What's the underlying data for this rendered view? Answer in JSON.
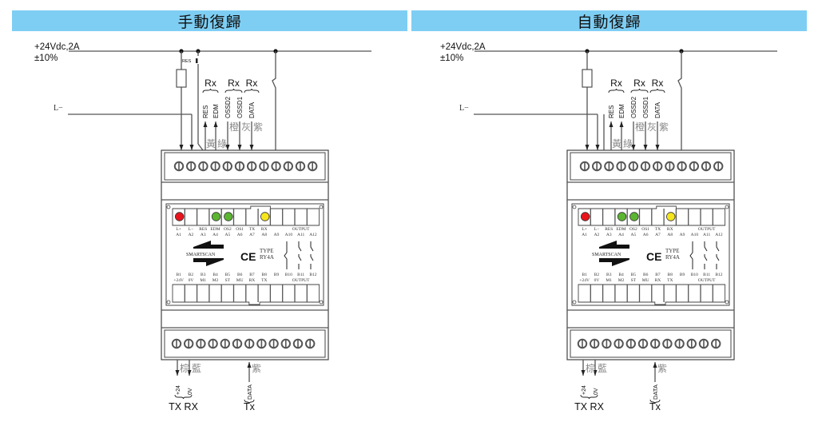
{
  "panels": [
    {
      "id": "manual",
      "title": "手動復歸",
      "supply_label_line1": "+24Vdc,2A",
      "supply_label_line2": "±10%",
      "lminus_label": "L−",
      "res_switch_label": "RES",
      "has_res_switch": true,
      "rx_groups": [
        "Rx",
        "Rx",
        "Rx"
      ],
      "signal_labels": [
        "RES",
        "EDM",
        "OSSD2",
        "OSSD1",
        "DATA"
      ],
      "wire_colors_top": [
        "黃",
        "綠",
        "橙",
        "灰",
        "紫"
      ],
      "bottom_wire_colors": [
        "棕",
        "藍",
        "紫"
      ],
      "bottom_signal_labels": [
        "+24",
        "0V",
        "DATA"
      ],
      "bottom_group_labels": [
        "TX RX",
        "Tx"
      ]
    },
    {
      "id": "auto",
      "title": "自動復歸",
      "supply_label_line1": "+24Vdc,2A",
      "supply_label_line2": "±10%",
      "lminus_label": "L−",
      "res_switch_label": "",
      "has_res_switch": false,
      "rx_groups": [
        "Rx",
        "Rx",
        "Rx"
      ],
      "signal_labels": [
        "RES",
        "EDM",
        "OSSD2",
        "OSSD1",
        "DATA"
      ],
      "wire_colors_top": [
        "黃",
        "綠",
        "橙",
        "灰",
        "紫"
      ],
      "bottom_wire_colors": [
        "棕",
        "藍",
        "紫"
      ],
      "bottom_signal_labels": [
        "+24",
        "0V",
        "DATA"
      ],
      "bottom_group_labels": [
        "TX RX",
        "Tx"
      ]
    }
  ],
  "device": {
    "brand": "SMARTSCAN",
    "type_line1": "TYPE",
    "type_line2": "RY4A",
    "ce_mark": "CE",
    "terminals_per_row": 12,
    "top_row": [
      {
        "name": "L+",
        "pin": "A1"
      },
      {
        "name": "L−",
        "pin": "A2"
      },
      {
        "name": "RES",
        "pin": "A3"
      },
      {
        "name": "EDM",
        "pin": "A4"
      },
      {
        "name": "OS2",
        "pin": "A5"
      },
      {
        "name": "OS1",
        "pin": "A6"
      },
      {
        "name": "TX",
        "pin": "A7"
      },
      {
        "name": "RX",
        "pin": "A8"
      },
      {
        "name": "",
        "pin": "A9"
      },
      {
        "name": "",
        "pin": "A10"
      },
      {
        "name": "OUTPUT",
        "pin": "A11"
      },
      {
        "name": "",
        "pin": "A12"
      }
    ],
    "bottom_row": [
      {
        "pin": "B1",
        "name": "+24V"
      },
      {
        "pin": "B2",
        "name": "0V"
      },
      {
        "pin": "B3",
        "name": "M1"
      },
      {
        "pin": "B4",
        "name": "M2"
      },
      {
        "pin": "B5",
        "name": "ST"
      },
      {
        "pin": "B6",
        "name": "MU"
      },
      {
        "pin": "B7",
        "name": "RX"
      },
      {
        "pin": "B8",
        "name": "TX"
      },
      {
        "pin": "B9",
        "name": ""
      },
      {
        "pin": "B10",
        "name": ""
      },
      {
        "pin": "B11",
        "name": "OUTPUT"
      },
      {
        "pin": "B12",
        "name": ""
      }
    ],
    "leds": [
      {
        "slot": 0,
        "color": "#e8141c"
      },
      {
        "slot": 3,
        "color": "#5cb531"
      },
      {
        "slot": 4,
        "color": "#5cb531"
      },
      {
        "slot": 7,
        "color": "#f5e51e"
      }
    ]
  },
  "colors": {
    "title_bar": "#7ecef4",
    "wire": "#555555",
    "cjk_label": "#888888"
  }
}
